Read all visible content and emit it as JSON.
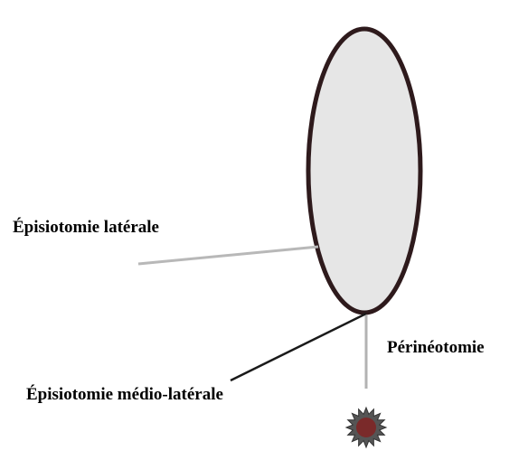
{
  "diagram": {
    "labels": {
      "lateral": "Épisiotomie latérale",
      "medio_lateral": "Épisiotomie médio-latérale",
      "perineotomy": "Périnéotomie"
    }
  },
  "colors": {
    "ellipse_fill": "#e6e6e6",
    "ellipse_stroke": "#2e1a1c",
    "lateral_line": "#b8b8b8",
    "medio_lateral_line": "#1a1a1a",
    "perineotomy_line": "#b3b3b3",
    "anus_outer": "#555555",
    "anus_inner": "#7a2a2a",
    "text": "#1a1a1a"
  }
}
